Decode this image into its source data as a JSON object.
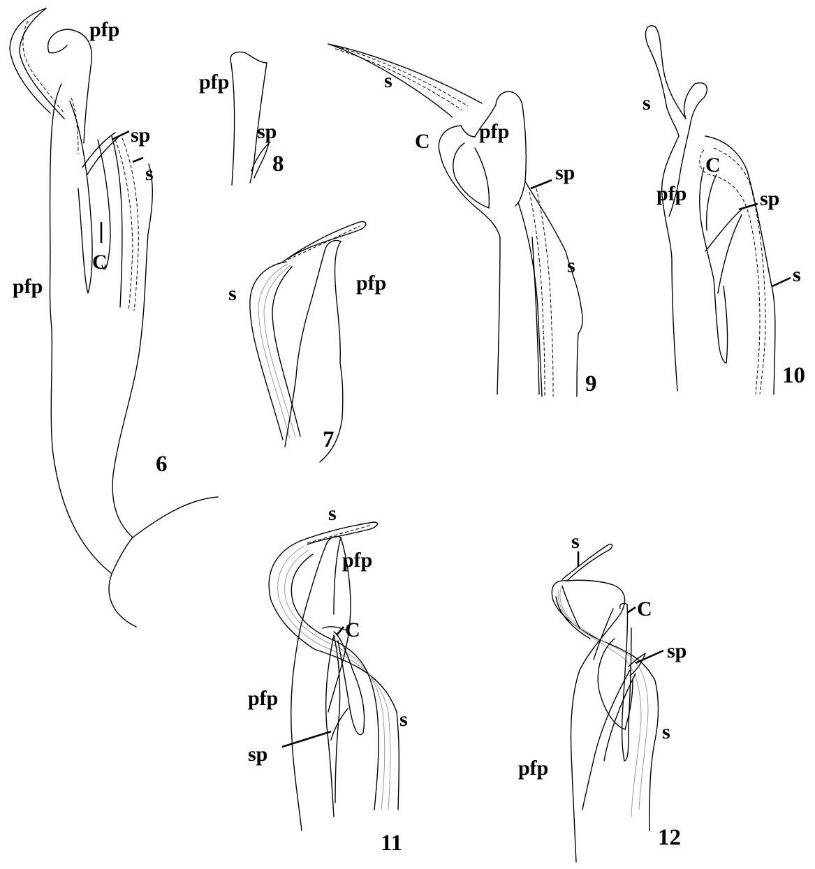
{
  "figures": [
    {
      "number": "6",
      "labels": {
        "pfp_top": "pfp",
        "pfp_side": "pfp",
        "sp": "sp",
        "s": "s",
        "c": "C"
      }
    },
    {
      "number": "7",
      "labels": {
        "s": "s",
        "pfp": "pfp"
      }
    },
    {
      "number": "8",
      "labels": {
        "pfp": "pfp",
        "sp": "sp"
      }
    },
    {
      "number": "9",
      "labels": {
        "s_top": "s",
        "c": "C",
        "pfp": "pfp",
        "sp": "sp",
        "s_side": "s"
      }
    },
    {
      "number": "10",
      "labels": {
        "s_top": "s",
        "c": "C",
        "pfp": "pfp",
        "sp": "sp",
        "s_side": "s"
      }
    },
    {
      "number": "11",
      "labels": {
        "s_top": "s",
        "pfp_top": "pfp",
        "c": "C",
        "pfp_side": "pfp",
        "sp": "sp",
        "s_side": "s"
      }
    },
    {
      "number": "12",
      "labels": {
        "s_top": "s",
        "c": "C",
        "sp": "sp",
        "s_side": "s",
        "pfp": "pfp"
      }
    }
  ]
}
